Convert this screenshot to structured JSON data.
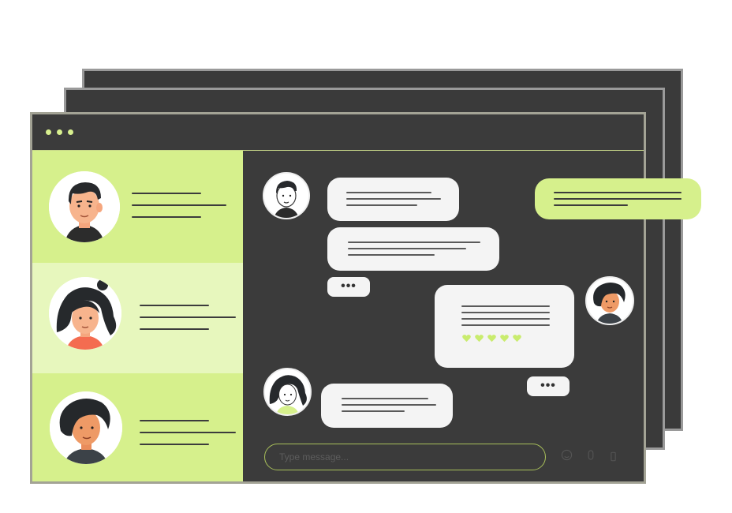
{
  "window": {
    "controls": [
      "dot",
      "dot",
      "dot"
    ],
    "accent_color": "#d6f08c",
    "panel_color": "#3b3b3b"
  },
  "sidebar": {
    "contacts": [
      {
        "avatar": "man-avatar",
        "selected": false
      },
      {
        "avatar": "woman-avatar",
        "selected": true
      },
      {
        "avatar": "curly-hair-man-avatar",
        "selected": false
      }
    ]
  },
  "chat": {
    "typing_indicator": "•••",
    "reaction_icons": [
      "heart-icon",
      "heart-icon",
      "heart-icon",
      "heart-icon",
      "heart-icon"
    ]
  },
  "composer": {
    "placeholder": "Type message...",
    "icons": [
      "emoji-icon",
      "attachment-icon",
      "phone-icon"
    ]
  }
}
